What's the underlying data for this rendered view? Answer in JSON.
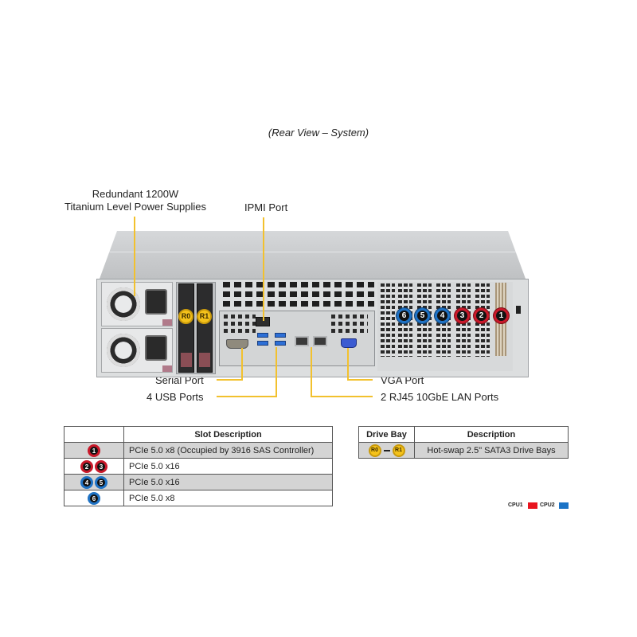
{
  "caption": "(Rear View – System)",
  "callouts": {
    "power_supplies": [
      "Redundant  1200W",
      "Titanium  Level  Power Supplies"
    ],
    "ipmi_port": "IPMI  Port",
    "serial_port": "Serial Port",
    "usb_ports": "4 USB Ports",
    "vga_port": "VGA Port",
    "lan_ports": "2 RJ45 10GbE LAN Ports"
  },
  "drive_bays": [
    {
      "id": "R0",
      "color": "#f4c21b"
    },
    {
      "id": "R1",
      "color": "#f4c21b"
    }
  ],
  "pcie_slots": [
    {
      "number": "6",
      "cpu": "CPU2"
    },
    {
      "number": "5",
      "cpu": "CPU2"
    },
    {
      "number": "4",
      "cpu": "CPU2"
    },
    {
      "number": "3",
      "cpu": "CPU1"
    },
    {
      "number": "2",
      "cpu": "CPU1"
    },
    {
      "number": "1",
      "cpu": "CPU1"
    }
  ],
  "slot_table": {
    "header": "Slot Description",
    "rows": [
      {
        "slots": [
          "1"
        ],
        "cpu": "CPU1",
        "description": "PCIe 5.0 x8 (Occupied by 3916 SAS Controller)"
      },
      {
        "slots": [
          "2",
          "3"
        ],
        "cpu": "CPU1",
        "description": "PCIe 5.0 x16"
      },
      {
        "slots": [
          "4",
          "5"
        ],
        "cpu": "CPU2",
        "description": "PCIe 5.0 x16"
      },
      {
        "slots": [
          "6"
        ],
        "cpu": "CPU2",
        "description": "PCIe 5.0 x8"
      }
    ]
  },
  "drive_table": {
    "headers": [
      "Drive Bay",
      "Description"
    ],
    "rows": [
      {
        "bays": [
          "R0",
          "R1"
        ],
        "description": "Hot-swap 2.5\" SATA3 Drive  Bays"
      }
    ]
  },
  "legend": [
    {
      "label": "CPU1",
      "color": "#e8151f"
    },
    {
      "label": "CPU2",
      "color": "#1b73c6"
    }
  ],
  "colors": {
    "leader": "#f2c12e",
    "cpu1_ring": "#c8192a",
    "cpu2_ring": "#1f72c4",
    "drive_badge": "#f4c21b"
  }
}
